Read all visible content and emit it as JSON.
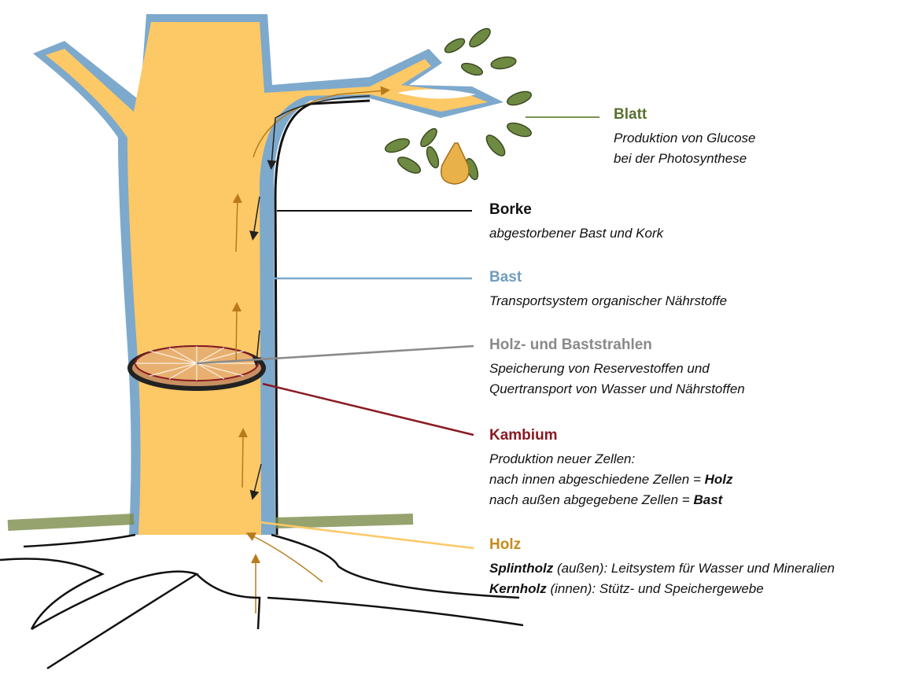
{
  "colors": {
    "wood": "#fdc866",
    "bast": "#7da9cc",
    "bark": "#111111",
    "leaf_title": "#5a7230",
    "bast_title": "#6f9cc0",
    "rays_title": "#8a8a8a",
    "cambium_title": "#8a1a22",
    "wood_title": "#c88a1c",
    "arrow": "#b87a1a",
    "leaf_fill": "#6e8a42",
    "leaf_line": "#7b9152",
    "bark_line": "#111111",
    "bast_line": "#7da9cc",
    "rays_line": "#8a8a8a",
    "cambium_line": "#8a1a22",
    "wood_line": "#fdc866",
    "pear": "#e8b14a",
    "grass": "#6b7d3a"
  },
  "labels": {
    "blatt": {
      "title": "Blatt",
      "line1": "Produktion von Glucose",
      "line2": "bei der Photosynthese"
    },
    "borke": {
      "title": "Borke",
      "line1": "abgestorbener Bast und Kork"
    },
    "bast": {
      "title": "Bast",
      "line1": "Transportsystem organischer Nährstoffe"
    },
    "strahlen": {
      "title": "Holz- und Baststrahlen",
      "line1": "Speicherung von Reservestoffen und",
      "line2": "Quertransport von Wasser und Nährstoffen"
    },
    "kambium": {
      "title": "Kambium",
      "line1": "Produktion neuer Zellen:",
      "line2_pre": "nach innen abgeschiedene Zellen = ",
      "line2_bold": "Holz",
      "line3_pre": "nach außen abgegebene Zellen = ",
      "line3_bold": "Bast"
    },
    "holz": {
      "title": "Holz",
      "line1_bold": "Splintholz",
      "line1_rest": " (außen): Leitsystem für Wasser und Mineralien",
      "line2_bold": "Kernholz",
      "line2_rest": " (innen): Stütz- und Speichergewebe"
    }
  }
}
